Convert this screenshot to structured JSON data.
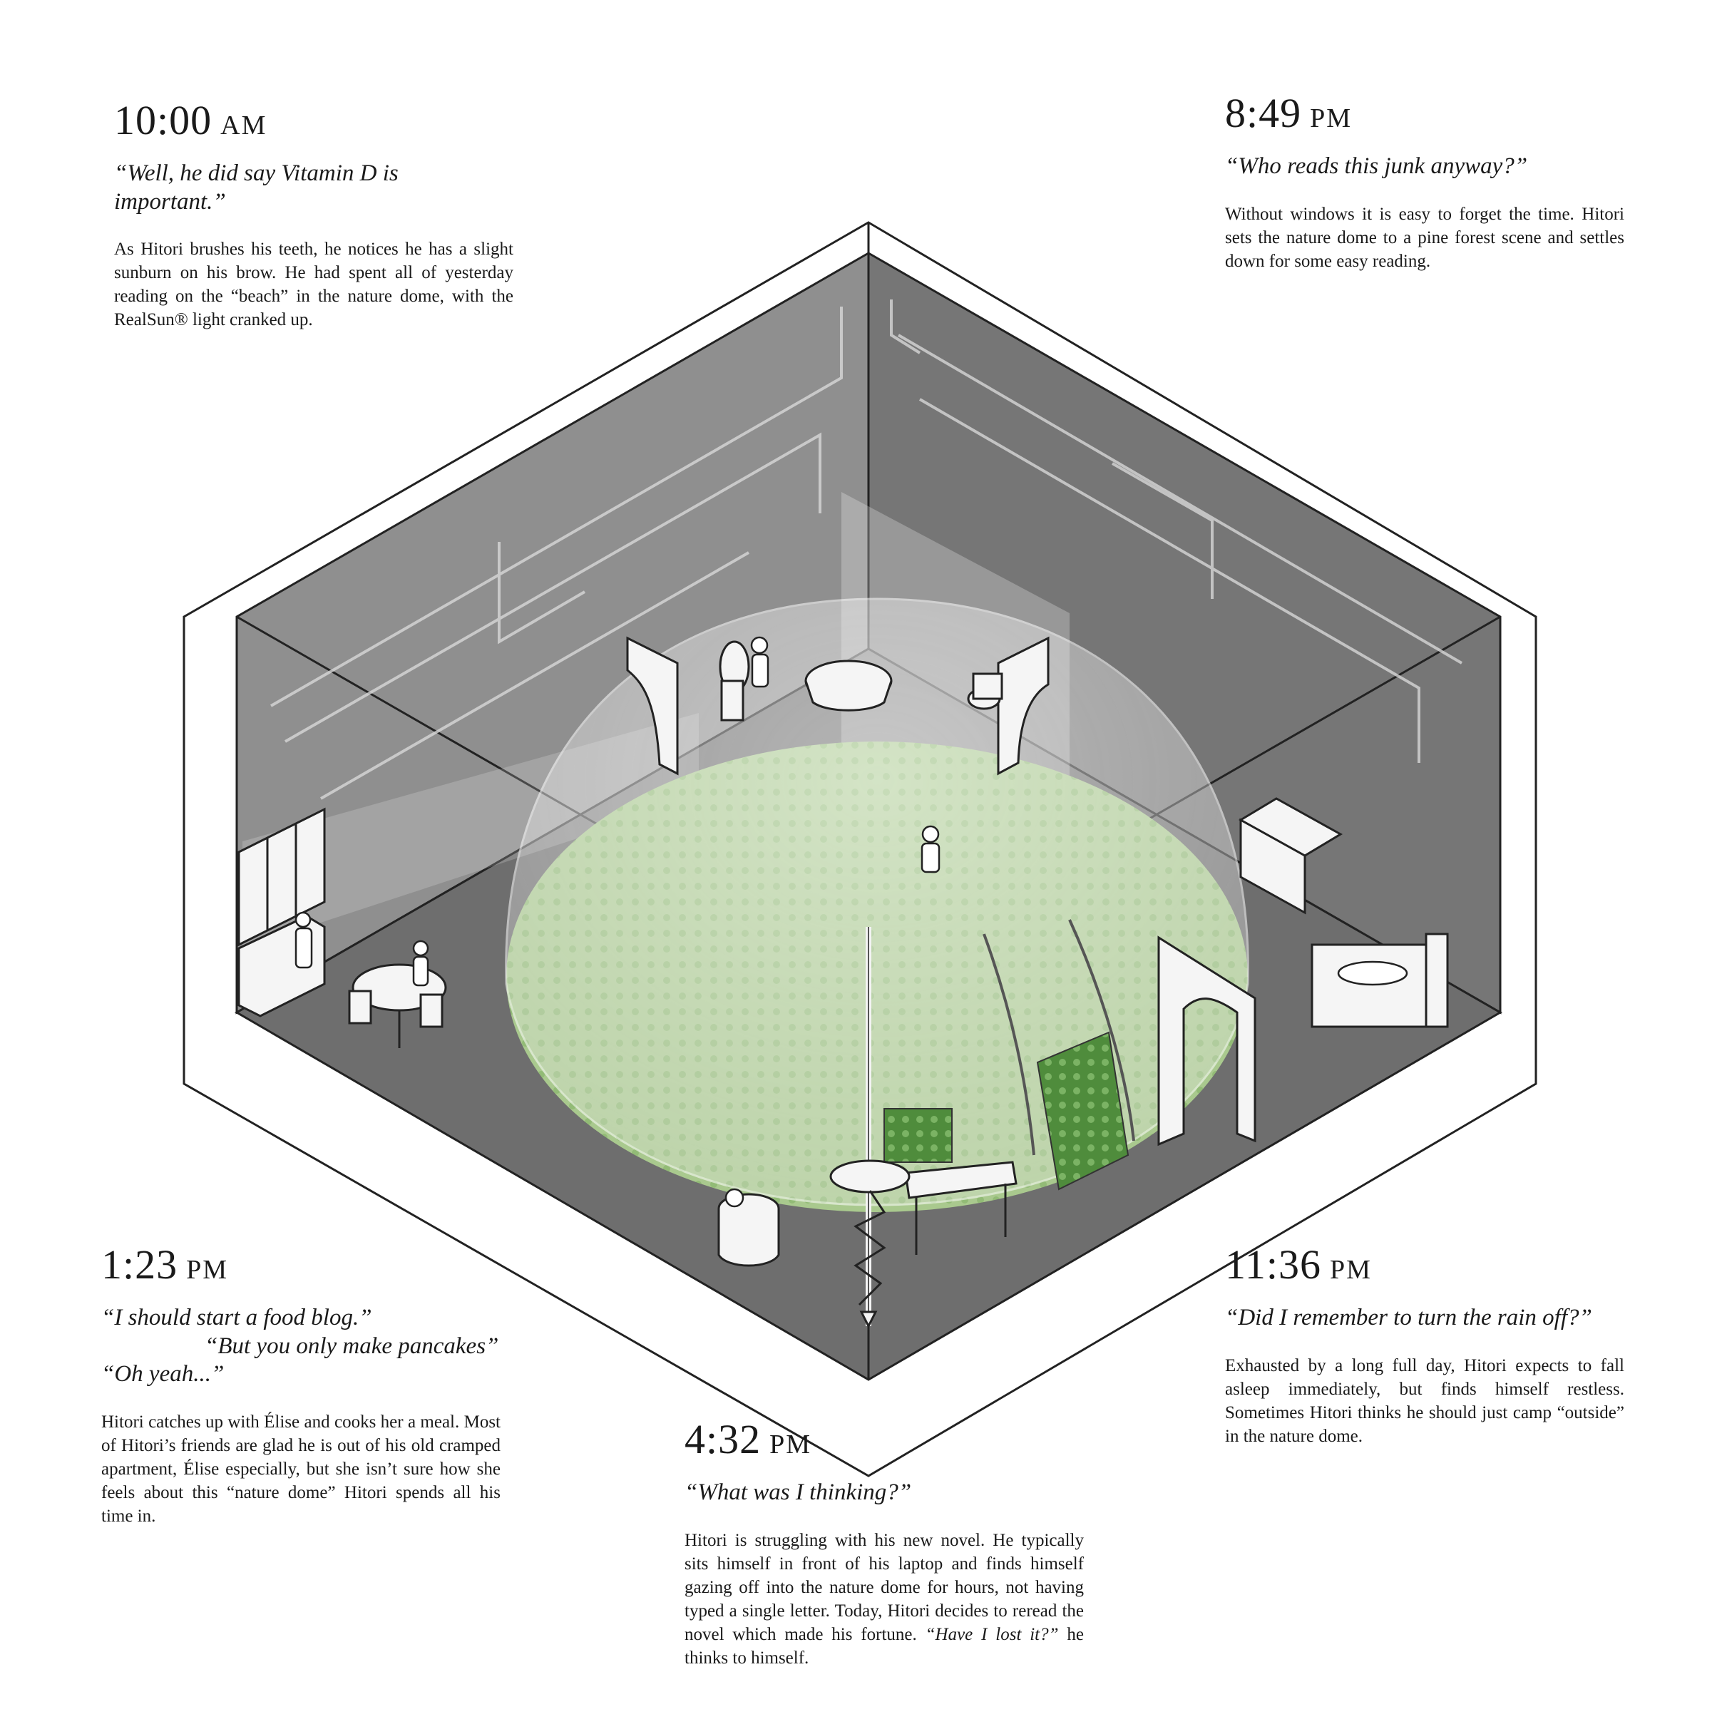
{
  "colors": {
    "wall": "#8f8f8f",
    "wall_dark": "#767676",
    "floor": "#6e6e6e",
    "dome": "#f2f2f2",
    "grass": "#a9c98e",
    "grass_dark": "#5f9a49",
    "line": "#222222"
  },
  "captions": {
    "morning": {
      "time": "10:00",
      "ampm": "AM",
      "quote": "“Well, he did say Vitamin D is important.”",
      "body": "As Hitori brushes his teeth, he notices he has a slight sunburn on his brow. He had spent all of yesterday reading on the “beach” in the nature dome, with the RealSun® light cranked up."
    },
    "evening": {
      "time": "8:49",
      "ampm": "PM",
      "quote": "“Who reads this junk anyway?”",
      "body": "Without windows it is easy to forget the time. Hitori sets the nature dome to a pine forest scene and settles down for some easy reading."
    },
    "lunch": {
      "time": "1:23",
      "ampm": "PM",
      "quote_1": "“I should start a food blog.”",
      "quote_2": "“But you only make pancakes”",
      "quote_3": "“Oh yeah...”",
      "body": "Hitori catches up with Élise and cooks her a meal. Most of Hitori’s friends are glad he is out of his old cramped apartment, Élise especially, but she isn’t sure how she feels about this “nature dome” Hitori spends all his time in."
    },
    "afternoon": {
      "time": "4:32",
      "ampm": "PM",
      "quote": "“What was I thinking?”",
      "body_1": "Hitori is struggling with his new novel. He typically sits himself in front of his laptop and finds himself gazing off into the nature dome for hours, not having typed a single letter. Today, Hitori decides to reread the novel which made his  fortune. ",
      "body_quote": "“Have I lost it?”",
      "body_2": " he thinks to himself."
    },
    "night": {
      "time": "11:36",
      "ampm": "PM",
      "quote": "“Did I remember to turn the rain off?”",
      "body": "Exhausted by a long full day, Hitori expects to fall asleep immediately, but finds himself restless. Sometimes Hitori thinks he should just camp “outside” in the nature dome."
    }
  }
}
